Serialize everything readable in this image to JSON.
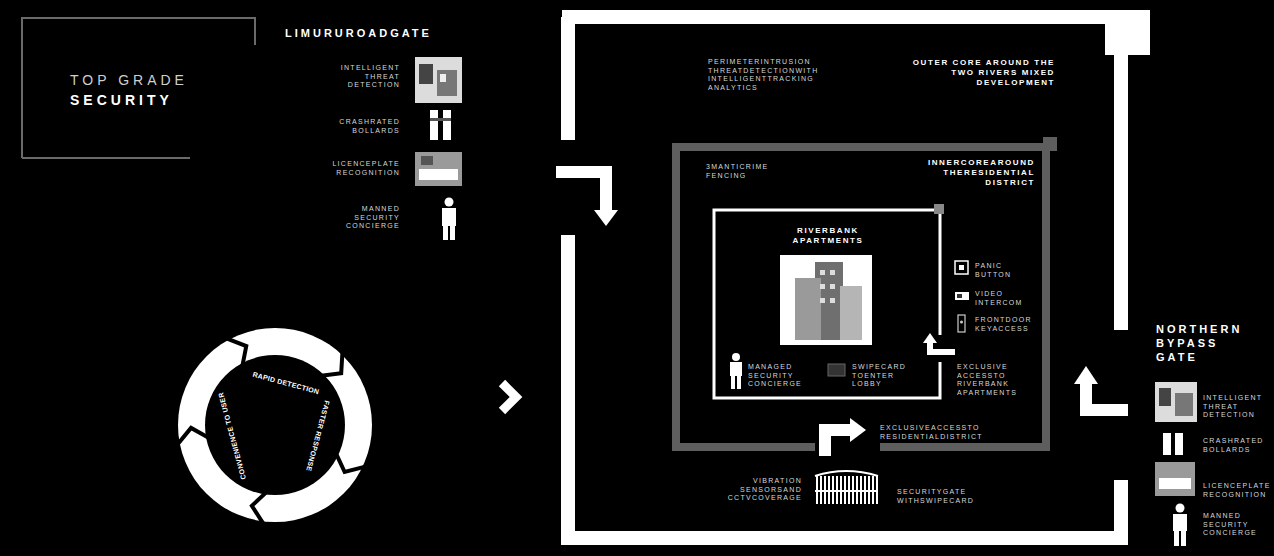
{
  "diagram": {
    "title": "TOP GRADE SECURITY",
    "nodes": [
      {
        "text": [
          "RAPID DETECTION",
          "FASTER RESPONSE",
          "CONVENIENCE TO USER"
        ]
      },
      {
        "text": [
          "OUTER CORE AROUND THE TWO RIVERS MIXED DEVELOPMENT",
          "PERIMETERINTRUSION THREATDETECTIONWITH INTELLIGENTTRACKING ANALYTICS"
        ]
      },
      {
        "text": [
          "INNERCOREAROUND THERESIDENTIAL DISTRICT",
          "3MANTICRIME FENCING"
        ],
        "in": 1
      },
      {
        "text": [
          "RIVERBANK APARTMENTS"
        ],
        "in": 2
      }
    ],
    "labels": [
      "LIMURUROADGATE",
      "INTELLIGENT THREAT DETECTION",
      "CRASHRATED BOLLARDS",
      "LICENCEPLATE RECOGNITION",
      "MANNED SECURITY CONCIERGE",
      "MANAGED SECURITY CONCIERGE",
      "SWIPECARD TOENTER LOBBY",
      "PANIC BUTTON",
      "VIDEO INTERCOM",
      "FRONTDOOR KEYACCESS",
      "EXCLUSIVE ACCESSTO RIVERBANK APARTMENTS",
      "EXCLUSIVEACCESSTO RESIDENTIALDISTRICT",
      "VIBRATION SENSORSAND CCTVCOVERAGE",
      "SECURITYGATE WITHSWIPECARD",
      "NORTHERN BYPASS GATE",
      "INTELLIGENT THREAT DETECTION",
      "CRASHRATED BOLLARDS",
      "LICENCEPLATE RECOGNITION",
      "MANNED SECURITY CONCIERGE"
    ]
  }
}
